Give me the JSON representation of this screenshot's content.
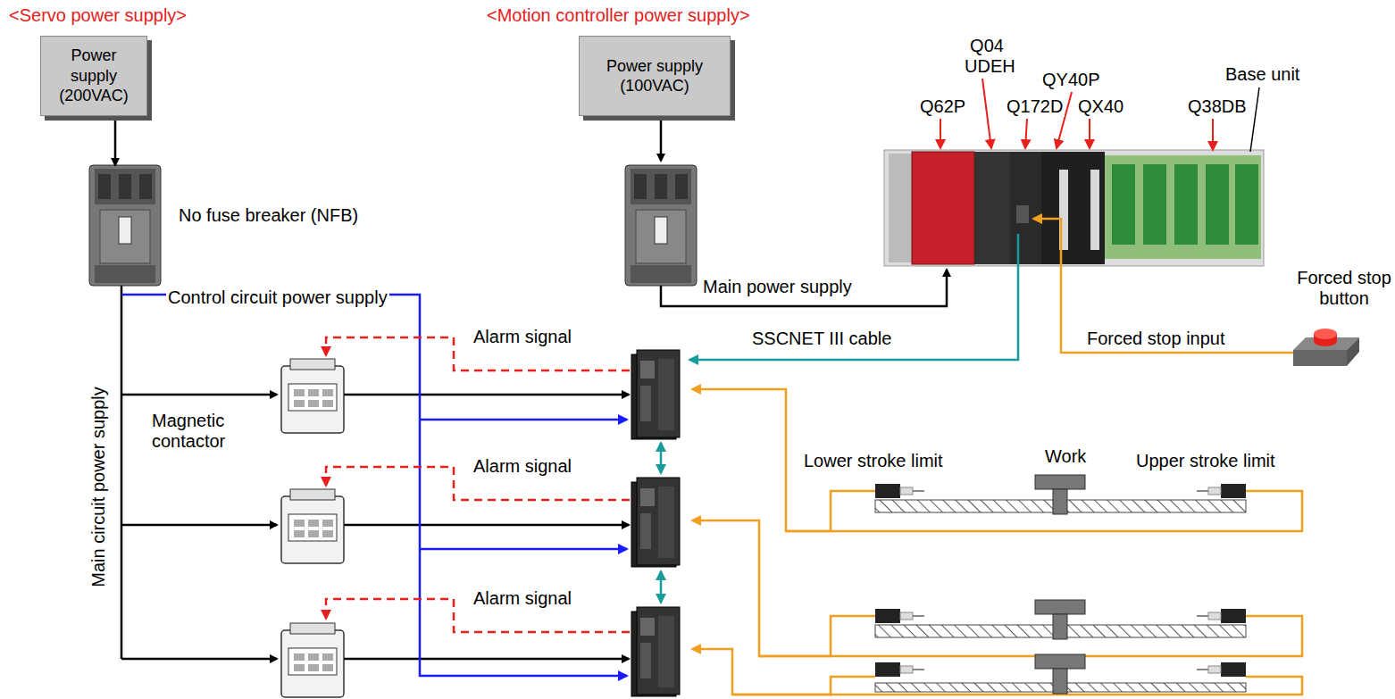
{
  "diagram": {
    "nodes": [
      {
        "text": [
          "Power supply (200VAC)"
        ]
      },
      {
        "text": [
          "No fuse breaker (NFB)"
        ]
      },
      {
        "text": [
          "Power supply (100VAC)"
        ]
      }
    ],
    "edges": [
      {
        "from": 0,
        "to": 1,
        "arrow": "to"
      }
    ],
    "labels": [
      "<Servo power supply>",
      "<Motion controller power supply>",
      "Q04 UDEH",
      "Q62P",
      "Q172D",
      "QY40P",
      "QX40",
      "Q38DB",
      "Base unit",
      "Main power supply",
      "Control circuit power supply",
      "Main circuit power supply",
      "Magnetic contactor",
      "Alarm signal",
      "Alarm signal",
      "Alarm signal",
      "SSCNET III cable",
      "Forced stop input",
      "Forced stop button",
      "Lower stroke limit",
      "Work",
      "Upper stroke limit"
    ]
  }
}
